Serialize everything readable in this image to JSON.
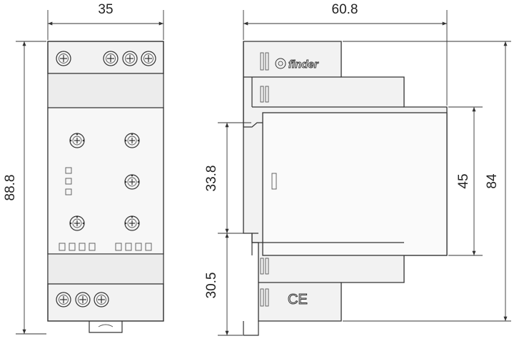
{
  "dimensions": {
    "front_width": "35",
    "front_height": "88.8",
    "side_width": "60.8",
    "rail_height": "33.8",
    "lower_offset": "30.5",
    "front_cover_height": "45",
    "side_height": "84"
  },
  "brand": "finder",
  "marking": "CE",
  "colors": {
    "line": "#333333",
    "body": "#f2f2f2",
    "background": "#ffffff"
  }
}
